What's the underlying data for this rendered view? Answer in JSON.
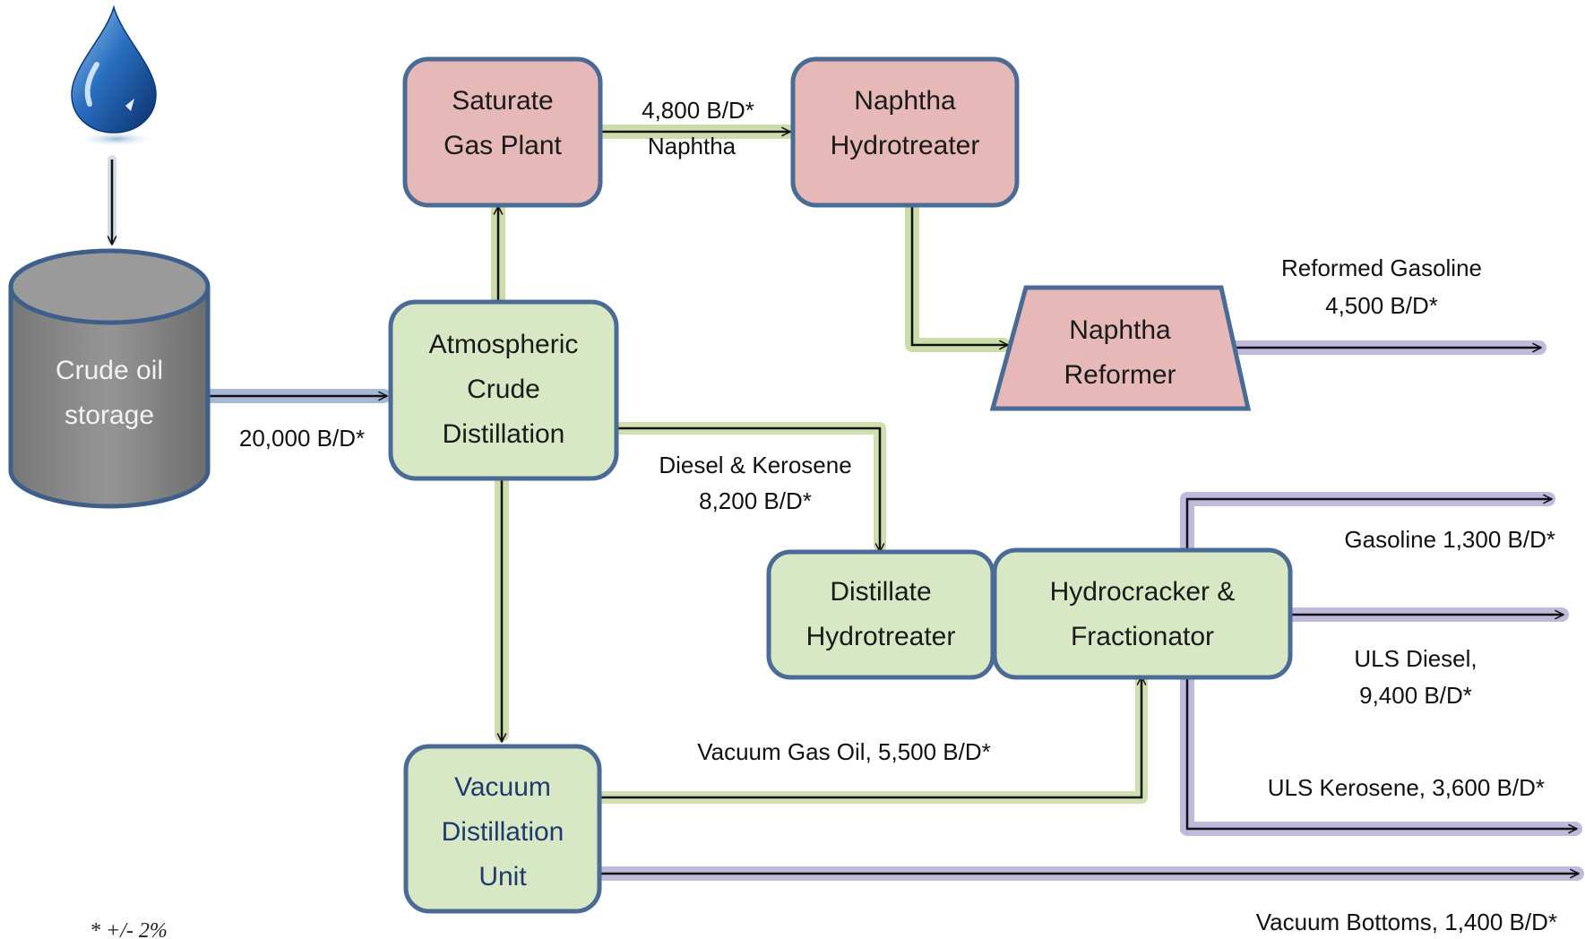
{
  "nodes": {
    "crude_storage": {
      "lines": [
        "Crude oil",
        "storage"
      ]
    },
    "atmospheric": {
      "lines": [
        "Atmospheric",
        "Crude",
        "Distillation"
      ]
    },
    "saturate_gas": {
      "lines": [
        "Saturate",
        "Gas Plant"
      ]
    },
    "naphtha_hydrotreater": {
      "lines": [
        "Naphtha",
        "Hydrotreater"
      ]
    },
    "naphtha_reformer": {
      "lines": [
        "Naphtha",
        "Reformer"
      ]
    },
    "distillate_hydrotreater": {
      "lines": [
        "Distillate",
        "Hydrotreater"
      ]
    },
    "hydrocracker": {
      "lines": [
        "Hydrocracker &",
        "Fractionator"
      ]
    },
    "vacuum": {
      "lines": [
        "Vacuum",
        "Distillation",
        "Unit"
      ]
    }
  },
  "flows": {
    "crude_feed": "20,000 B/D*",
    "naphtha": {
      "rate": "4,800 B/D*",
      "name": "Naphtha"
    },
    "reformed_gasoline": {
      "name": "Reformed Gasoline",
      "rate": "4,500 B/D*"
    },
    "diesel_kerosene": {
      "name": "Diesel & Kerosene",
      "rate": "8,200 B/D*"
    },
    "gasoline": "Gasoline 1,300 B/D*",
    "uls_diesel": {
      "name": "ULS Diesel,",
      "rate": "9,400 B/D*"
    },
    "vacuum_gas_oil": "Vacuum Gas Oil, 5,500 B/D*",
    "uls_kerosene": "ULS Kerosene, 3,600 B/D*",
    "vacuum_bottoms": "Vacuum Bottoms, 1,400 B/D*"
  },
  "footnote": "* +/- 2%",
  "colors": {
    "green_fill": "#d9e8c4",
    "pink_fill": "#e6b8b7",
    "box_border": "#4a6b95",
    "storage_fill": "#8c8c8c",
    "drop_blue": "#1f5fa8"
  }
}
